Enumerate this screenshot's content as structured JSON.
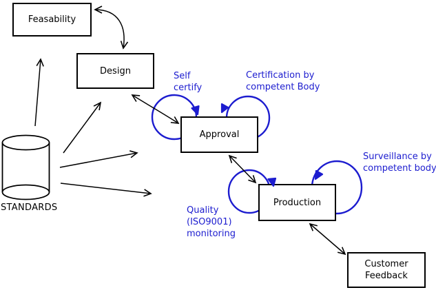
{
  "diagram": {
    "boxes": {
      "feasability": {
        "label": "Feasability"
      },
      "design": {
        "label": "Design"
      },
      "approval": {
        "label": "Approval"
      },
      "production": {
        "label": "Production"
      },
      "customer_feedback": {
        "line1": "Customer",
        "line2": "Feedback"
      }
    },
    "datastore": {
      "label": "STANDARDS"
    },
    "annotations": {
      "self_certify": {
        "line1": "Self",
        "line2": "certify"
      },
      "certification": {
        "line1": "Certification by",
        "line2": "competent Body"
      },
      "surveillance": {
        "line1": "Surveillance by",
        "line2": "competent body"
      },
      "quality": {
        "line1": "Quality",
        "line2": "(ISO9001)",
        "line3": "monitoring"
      }
    },
    "colors": {
      "annotation_blue": "#1c1ccf",
      "ink_black": "#000000",
      "box_fill": "#ffffff"
    }
  }
}
